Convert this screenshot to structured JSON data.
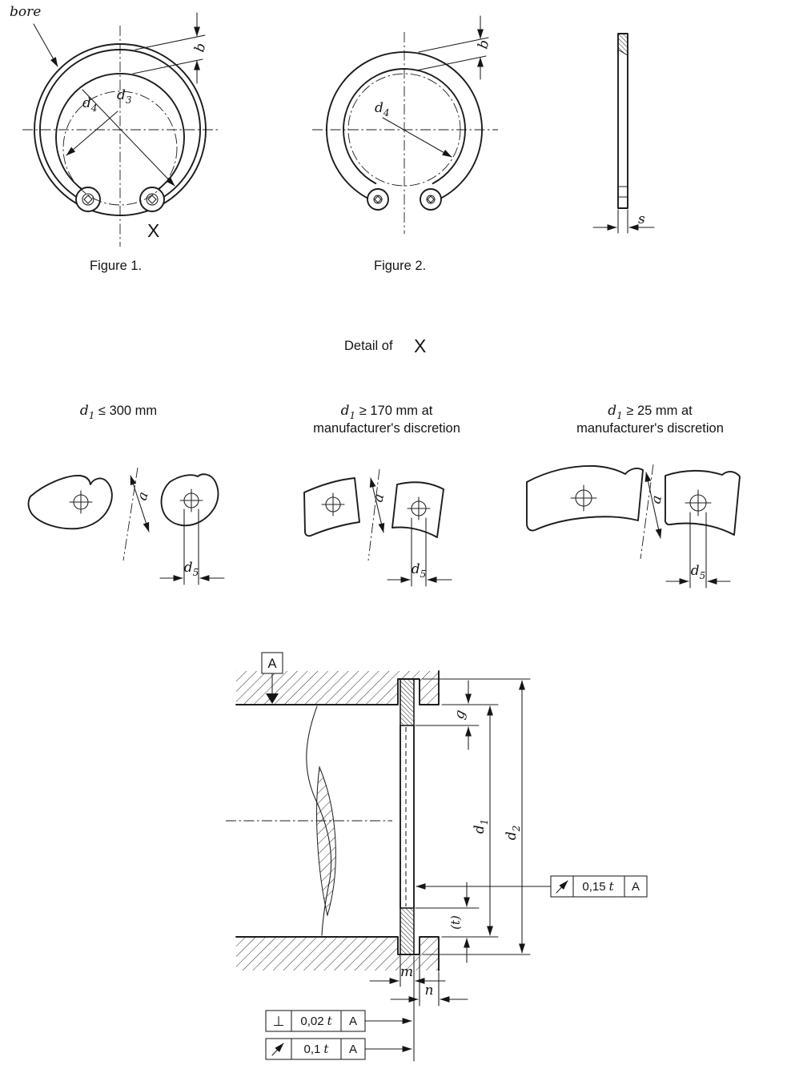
{
  "colors": {
    "ink": "#1c1c1c",
    "paper": "#ffffff"
  },
  "top_figures": {
    "figure1": {
      "bore_label": "bore",
      "d4": {
        "base": "d",
        "sub": "4"
      },
      "d3": {
        "base": "d",
        "sub": "3"
      },
      "b": "b",
      "detail_marker": "X",
      "caption": "Figure 1."
    },
    "figure2": {
      "d4": {
        "base": "d",
        "sub": "4"
      },
      "b": "b",
      "caption": "Figure 2."
    },
    "side_view": {
      "s": "s"
    }
  },
  "detail_section": {
    "heading": {
      "prefix": "Detail of",
      "marker": "X"
    },
    "variants": [
      {
        "condition": {
          "base": "d",
          "sub": "1",
          "rest": " ≤  300 mm"
        },
        "a": "a",
        "d5": {
          "base": "d",
          "sub": "5"
        }
      },
      {
        "condition": {
          "base": "d",
          "sub": "1",
          "rest": " ≥ 170 mm at"
        },
        "line2": "manufacturer's discretion",
        "a": "a",
        "d5": {
          "base": "d",
          "sub": "5"
        }
      },
      {
        "condition": {
          "base": "d",
          "sub": "1",
          "rest": " ≥ 25 mm at"
        },
        "line2": "manufacturer's discretion",
        "a": "a",
        "d5": {
          "base": "d",
          "sub": "5"
        }
      }
    ]
  },
  "assembly_section": {
    "datum_label": "A",
    "g": "g",
    "d1": {
      "base": "d",
      "sub": "1"
    },
    "d2": {
      "base": "d",
      "sub": "2"
    },
    "t_ref": "(t)",
    "m": "m",
    "n": "n",
    "fcf_runout_right": {
      "symbol": "runout-arrow",
      "value": "0,15",
      "ref": "t",
      "datum": "A"
    },
    "fcf_perpendicularity": {
      "symbol": "⊥",
      "value": "0,02",
      "ref": "t",
      "datum": "A"
    },
    "fcf_runout_bottom": {
      "symbol": "runout-arrow",
      "value": "0,1",
      "ref": "t",
      "datum": "A"
    }
  }
}
